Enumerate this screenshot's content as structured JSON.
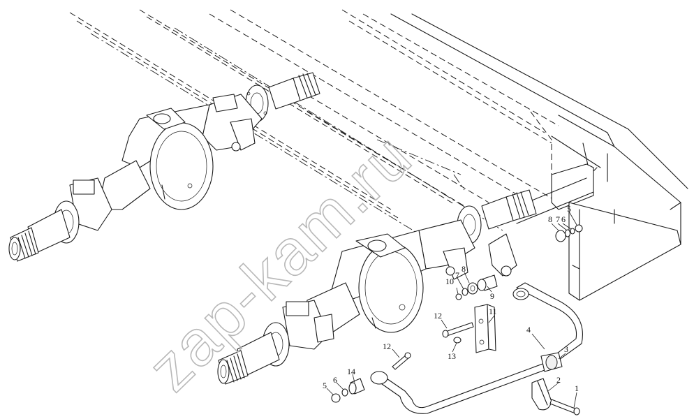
{
  "watermark": "zap-kam.ru",
  "corner_mark": "",
  "callouts": [
    {
      "id": "c1",
      "text": "1"
    },
    {
      "id": "c2",
      "text": "2"
    },
    {
      "id": "c3",
      "text": "3"
    },
    {
      "id": "c4",
      "text": "4"
    },
    {
      "id": "c5a",
      "text": "5"
    },
    {
      "id": "c6a",
      "text": "6"
    },
    {
      "id": "c7a",
      "text": "7"
    },
    {
      "id": "c8a",
      "text": "8"
    },
    {
      "id": "c8b",
      "text": "8"
    },
    {
      "id": "c7b",
      "text": "7"
    },
    {
      "id": "c9",
      "text": "9"
    },
    {
      "id": "c10",
      "text": "10"
    },
    {
      "id": "c11",
      "text": "11"
    },
    {
      "id": "c12a",
      "text": "12"
    },
    {
      "id": "c13",
      "text": "13"
    },
    {
      "id": "c12b",
      "text": "12"
    },
    {
      "id": "c14",
      "text": "14"
    },
    {
      "id": "c5b",
      "text": "5"
    },
    {
      "id": "c6b",
      "text": "6"
    }
  ]
}
